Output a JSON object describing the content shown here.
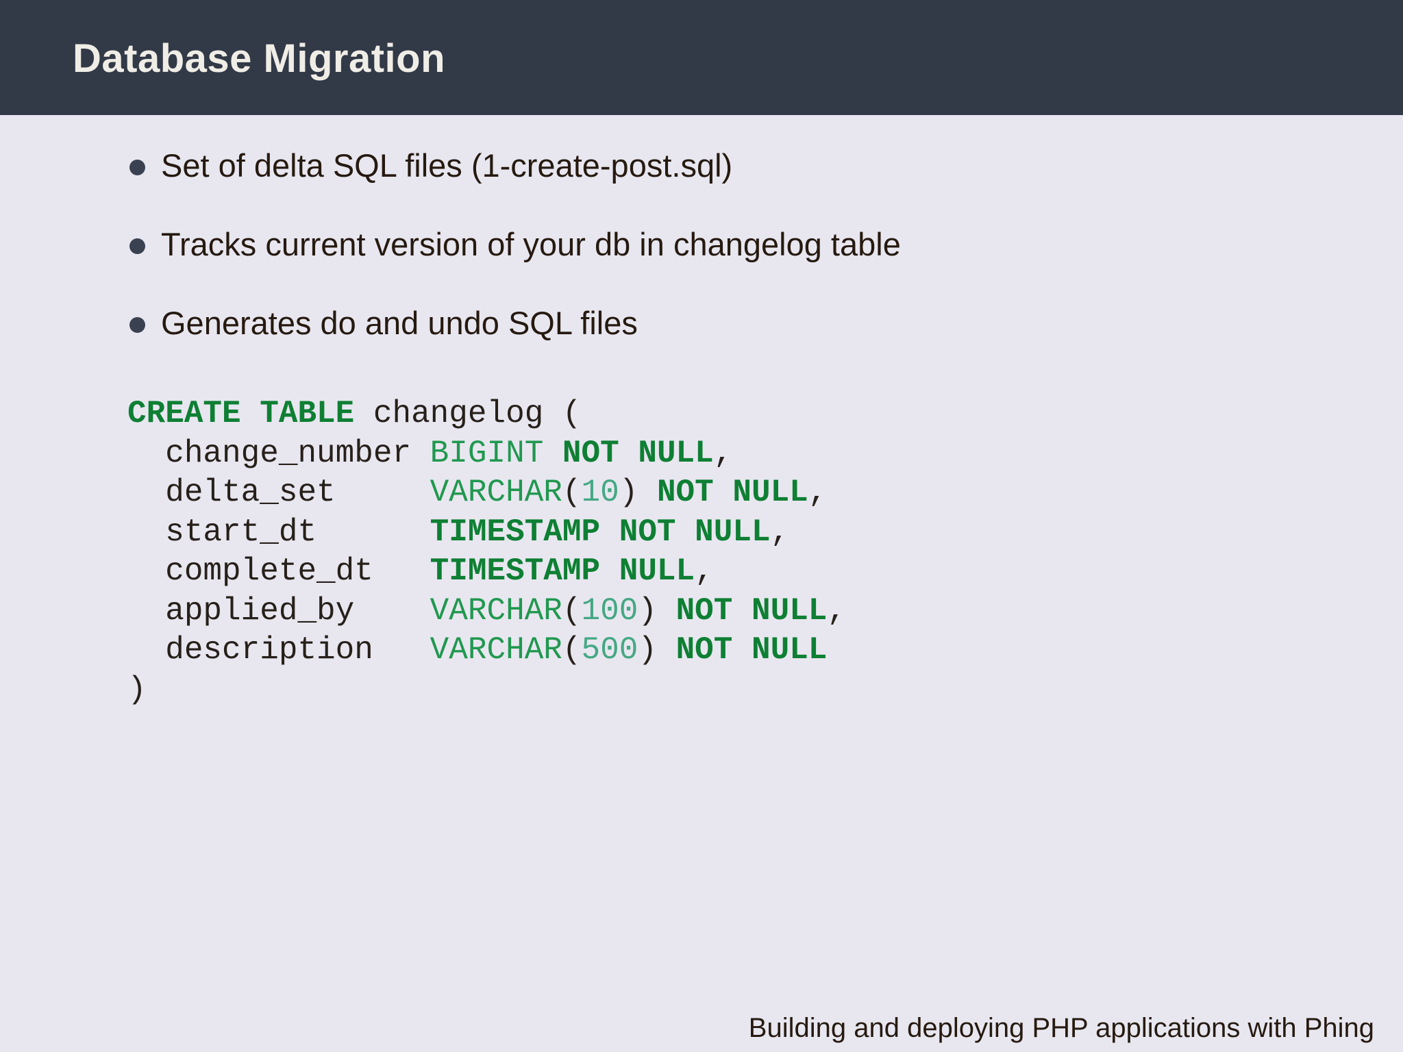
{
  "header": {
    "title": "Database Migration"
  },
  "bullets": [
    "Set of delta SQL files (1-create-post.sql)",
    "Tracks current version of your db in changelog table",
    "Generates do and undo SQL files"
  ],
  "code": {
    "language": "sql",
    "lines": [
      [
        {
          "c": "kw",
          "t": "CREATE TABLE"
        },
        {
          "c": "plain",
          "t": " changelog ("
        }
      ],
      [
        {
          "c": "plain",
          "t": "  change_number "
        },
        {
          "c": "type",
          "t": "BIGINT"
        },
        {
          "c": "plain",
          "t": " "
        },
        {
          "c": "kw",
          "t": "NOT NULL"
        },
        {
          "c": "plain",
          "t": ","
        }
      ],
      [
        {
          "c": "plain",
          "t": "  delta_set     "
        },
        {
          "c": "type",
          "t": "VARCHAR"
        },
        {
          "c": "plain",
          "t": "("
        },
        {
          "c": "num",
          "t": "10"
        },
        {
          "c": "plain",
          "t": ") "
        },
        {
          "c": "kw",
          "t": "NOT NULL"
        },
        {
          "c": "plain",
          "t": ","
        }
      ],
      [
        {
          "c": "plain",
          "t": "  start_dt      "
        },
        {
          "c": "kw",
          "t": "TIMESTAMP NOT NULL"
        },
        {
          "c": "plain",
          "t": ","
        }
      ],
      [
        {
          "c": "plain",
          "t": "  complete_dt   "
        },
        {
          "c": "kw",
          "t": "TIMESTAMP NULL"
        },
        {
          "c": "plain",
          "t": ","
        }
      ],
      [
        {
          "c": "plain",
          "t": "  applied_by    "
        },
        {
          "c": "type",
          "t": "VARCHAR"
        },
        {
          "c": "plain",
          "t": "("
        },
        {
          "c": "num",
          "t": "100"
        },
        {
          "c": "plain",
          "t": ") "
        },
        {
          "c": "kw",
          "t": "NOT NULL"
        },
        {
          "c": "plain",
          "t": ","
        }
      ],
      [
        {
          "c": "plain",
          "t": "  description   "
        },
        {
          "c": "type",
          "t": "VARCHAR"
        },
        {
          "c": "plain",
          "t": "("
        },
        {
          "c": "num",
          "t": "500"
        },
        {
          "c": "plain",
          "t": ") "
        },
        {
          "c": "kw",
          "t": "NOT NULL"
        }
      ],
      [
        {
          "c": "plain",
          "t": ")"
        }
      ]
    ]
  },
  "footer": {
    "text": "Building and deploying PHP applications with Phing"
  },
  "colors": {
    "header-bg": "#323947",
    "slide-bg": "#e8e7f0",
    "title-color": "#efede6",
    "text-color": "#261a10",
    "bullet-dot": "#3a4151",
    "code-plain": "#27201a",
    "code-kw": "#0e7f33",
    "code-type": "#21984f",
    "code-num": "#45a883"
  }
}
